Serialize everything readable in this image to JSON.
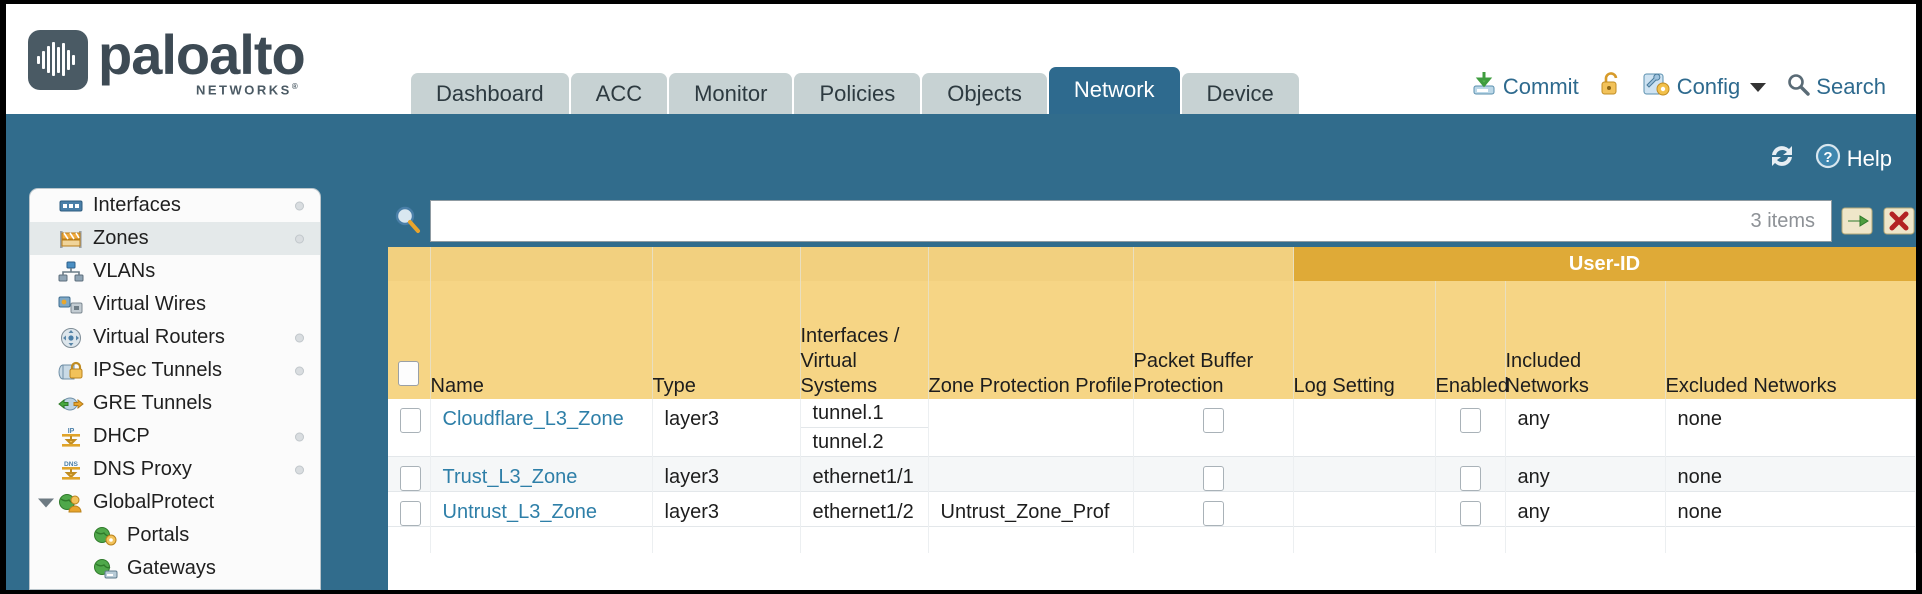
{
  "brand": {
    "name": "paloalto",
    "sub": "NETWORKS",
    "sub_mark": "®"
  },
  "nav": {
    "tabs": [
      {
        "label": "Dashboard",
        "active": false
      },
      {
        "label": "ACC",
        "active": false
      },
      {
        "label": "Monitor",
        "active": false
      },
      {
        "label": "Policies",
        "active": false
      },
      {
        "label": "Objects",
        "active": false
      },
      {
        "label": "Network",
        "active": true
      },
      {
        "label": "Device",
        "active": false
      }
    ]
  },
  "top_actions": {
    "commit": "Commit",
    "config": "Config",
    "search": "Search"
  },
  "blue_bar": {
    "help": "Help"
  },
  "sidebar": {
    "items": [
      {
        "label": "Interfaces",
        "icon": "interfaces-icon",
        "selected": false,
        "dot": true,
        "child": false,
        "expander": false
      },
      {
        "label": "Zones",
        "icon": "zones-icon",
        "selected": true,
        "dot": true,
        "child": false,
        "expander": false
      },
      {
        "label": "VLANs",
        "icon": "vlans-icon",
        "selected": false,
        "dot": false,
        "child": false,
        "expander": false
      },
      {
        "label": "Virtual Wires",
        "icon": "virtual-wires-icon",
        "selected": false,
        "dot": false,
        "child": false,
        "expander": false
      },
      {
        "label": "Virtual Routers",
        "icon": "virtual-routers-icon",
        "selected": false,
        "dot": true,
        "child": false,
        "expander": false
      },
      {
        "label": "IPSec Tunnels",
        "icon": "ipsec-tunnels-icon",
        "selected": false,
        "dot": true,
        "child": false,
        "expander": false
      },
      {
        "label": "GRE Tunnels",
        "icon": "gre-tunnels-icon",
        "selected": false,
        "dot": false,
        "child": false,
        "expander": false
      },
      {
        "label": "DHCP",
        "icon": "dhcp-icon",
        "selected": false,
        "dot": true,
        "child": false,
        "expander": false
      },
      {
        "label": "DNS Proxy",
        "icon": "dns-proxy-icon",
        "selected": false,
        "dot": true,
        "child": false,
        "expander": false
      },
      {
        "label": "GlobalProtect",
        "icon": "globalprotect-icon",
        "selected": false,
        "dot": false,
        "child": false,
        "expander": true
      },
      {
        "label": "Portals",
        "icon": "portals-icon",
        "selected": false,
        "dot": false,
        "child": true,
        "expander": false
      },
      {
        "label": "Gateways",
        "icon": "gateways-icon",
        "selected": false,
        "dot": false,
        "child": true,
        "expander": false
      }
    ]
  },
  "search": {
    "value": "",
    "placeholder": "",
    "items_count": "3 items"
  },
  "table": {
    "group_header": "User-ID",
    "columns": [
      "Name",
      "Type",
      "Interfaces / Virtual Systems",
      "Zone Protection Profile",
      "Packet Buffer Protection",
      "Log Setting",
      "Enabled",
      "Included Networks",
      "Excluded Networks"
    ],
    "rows": [
      {
        "name": "Cloudflare_L3_Zone",
        "type": "layer3",
        "interfaces": [
          "tunnel.1",
          "tunnel.2"
        ],
        "zone_protection_profile": "",
        "packet_buffer_protection": false,
        "log_setting": "",
        "userid_enabled": false,
        "included_networks": "any",
        "excluded_networks": "none"
      },
      {
        "name": "Trust_L3_Zone",
        "type": "layer3",
        "interfaces": [
          "ethernet1/1"
        ],
        "zone_protection_profile": "",
        "packet_buffer_protection": false,
        "log_setting": "",
        "userid_enabled": false,
        "included_networks": "any",
        "excluded_networks": "none"
      },
      {
        "name": "Untrust_L3_Zone",
        "type": "layer3",
        "interfaces": [
          "ethernet1/2"
        ],
        "zone_protection_profile": "Untrust_Zone_Prof",
        "packet_buffer_protection": false,
        "log_setting": "",
        "userid_enabled": false,
        "included_networks": "any",
        "excluded_networks": "none"
      }
    ]
  },
  "colors": {
    "brand_blue": "#316c8c",
    "tab_inactive": "#c7d2d3",
    "header_yellow": "#f6d585",
    "group_gold": "#dfaa37",
    "link_blue": "#2e7fa8"
  }
}
